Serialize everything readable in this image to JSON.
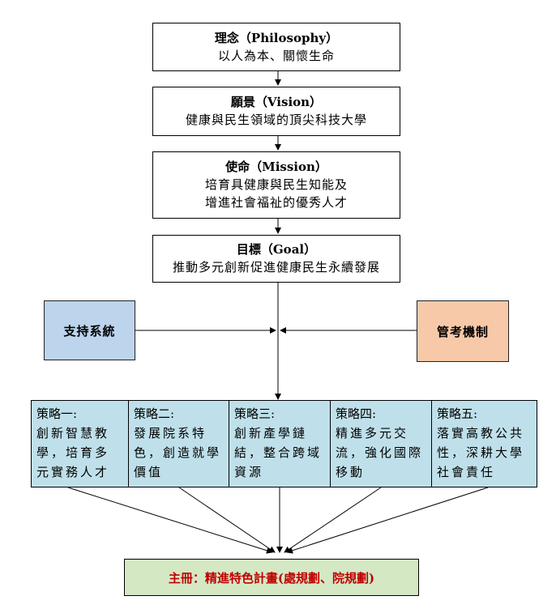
{
  "philosophy": {
    "title": "理念（Philosophy）",
    "body": "以人為本、關懷生命"
  },
  "vision": {
    "title": "願景（Vision）",
    "body": "健康與民生領域的頂尖科技大學"
  },
  "mission": {
    "title": "使命（Mission）",
    "line1": "培育具健康與民生知能及",
    "line2": "增進社會福祉的優秀人才"
  },
  "goal": {
    "title": "目標（Goal）",
    "body": "推動多元創新促進健康民生永續發展"
  },
  "support": {
    "label": "支持系統"
  },
  "control": {
    "label": "管考機制"
  },
  "strategies": [
    {
      "title": "策略一:",
      "body": "創新智慧教學，培育多元實務人才"
    },
    {
      "title": "策略二:",
      "body": "發展院系特色，創造就學價值"
    },
    {
      "title": "策略三:",
      "body": "創新產學鏈結，整合跨域資源"
    },
    {
      "title": "策略四:",
      "body": "精進多元交流，強化國際移動"
    },
    {
      "title": "策略五:",
      "body": "落實高教公共性，深耕大學社會責任"
    }
  ],
  "main_plan": {
    "label": "主冊：精進特色計畫(處規劃、院規劃)"
  },
  "colors": {
    "support_fill": "#bcd4ec",
    "control_fill": "#f7c9a8",
    "strategy_fill": "#bfe0ea",
    "main_fill": "#d4e8c4",
    "main_text": "#c00000"
  }
}
